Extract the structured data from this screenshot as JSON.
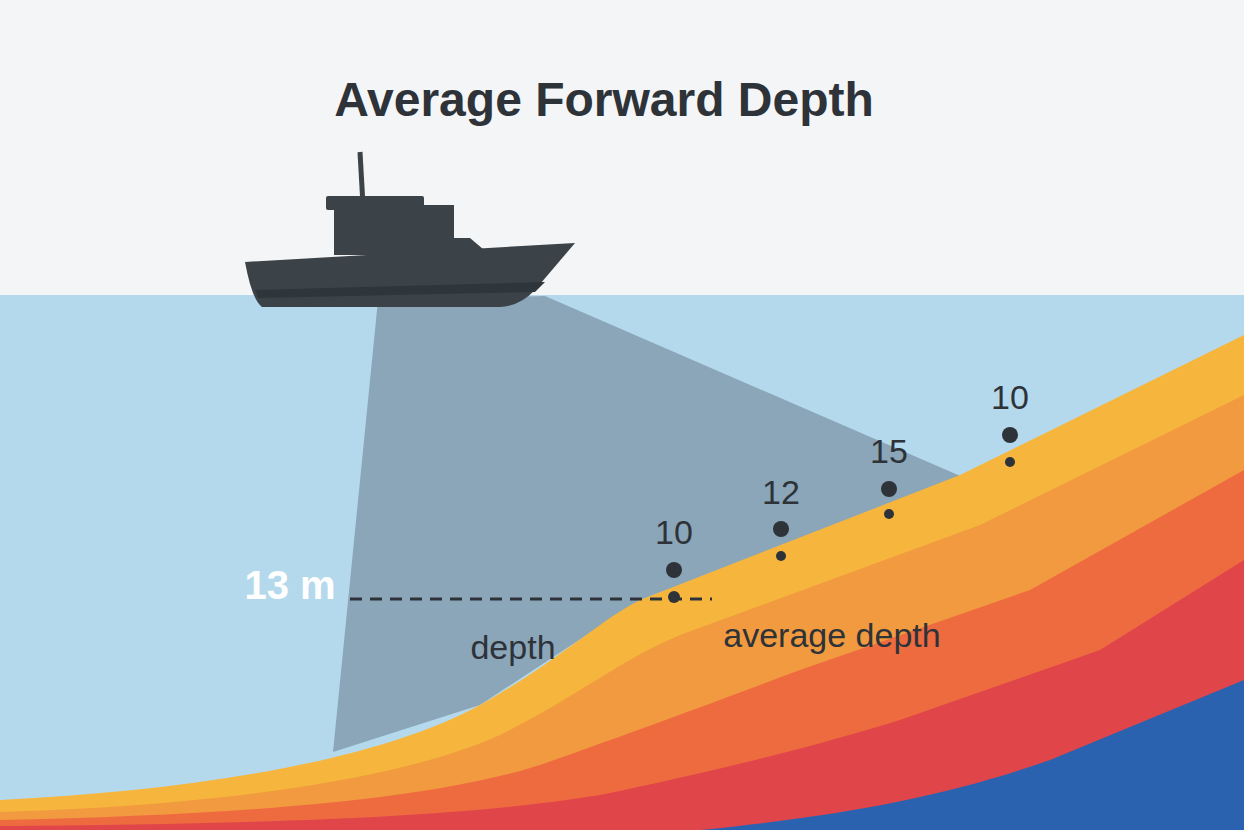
{
  "diagram": {
    "title": "Average Forward Depth",
    "labels": [
      "13 m",
      "depth",
      "average depth",
      "10",
      "12",
      "15",
      "10"
    ]
  }
}
